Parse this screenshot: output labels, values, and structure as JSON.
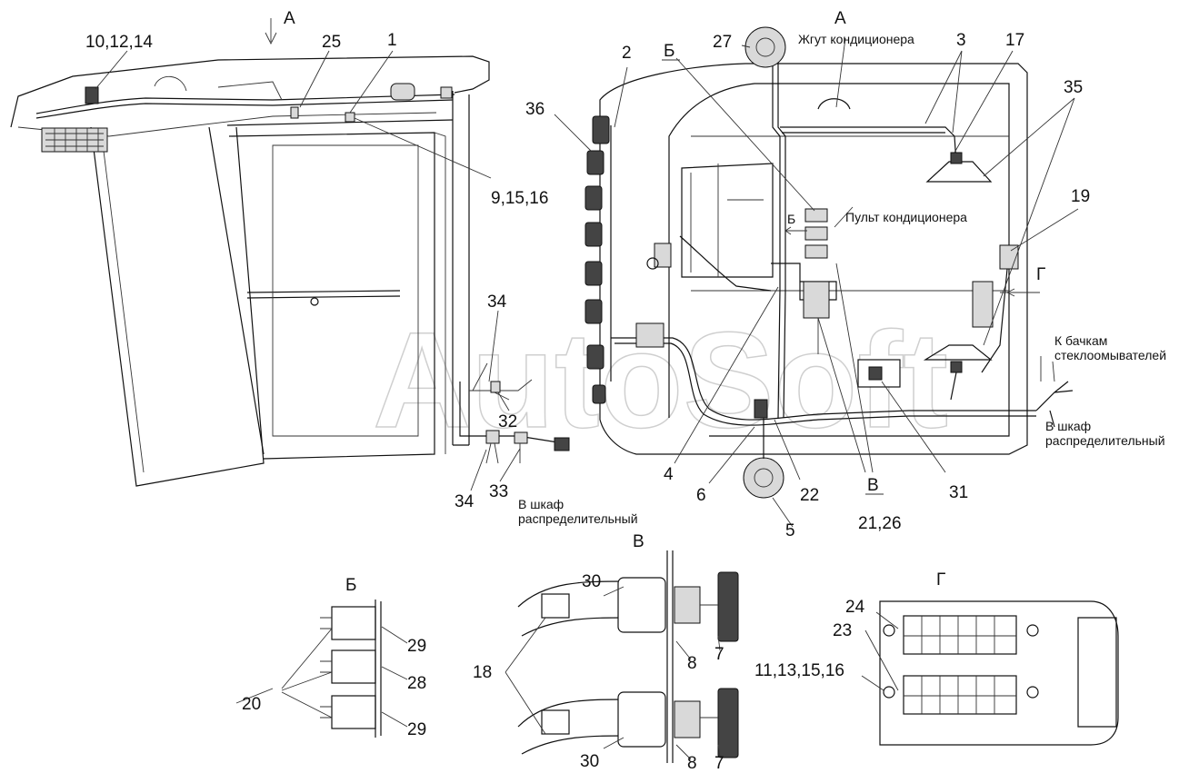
{
  "callouts": {
    "c_10_12_14": "10,12,14",
    "c_25": "25",
    "c_1": "1",
    "c_9_15_16": "9,15,16",
    "c_34_top": "34",
    "c_32": "32",
    "c_34_bottom": "34",
    "c_33": "33",
    "c_2": "2",
    "c_36": "36",
    "c_27": "27",
    "c_3": "3",
    "c_17": "17",
    "c_35": "35",
    "c_19": "19",
    "c_4": "4",
    "c_6": "6",
    "c_5": "5",
    "c_22": "22",
    "c_21_26": "21,26",
    "c_31": "31",
    "c_29_top": "29",
    "c_28": "28",
    "c_29_bottom": "29",
    "c_20": "20",
    "c_30_top": "30",
    "c_30_bottom": "30",
    "c_8_top": "8",
    "c_8_bottom": "8",
    "c_7_top": "7",
    "c_7_bottom": "7",
    "c_18": "18",
    "c_24": "24",
    "c_23": "23",
    "c_11_13_15_16": "11,13,15,16"
  },
  "views": {
    "view_a_arrow": "А",
    "view_a_title": "А",
    "view_b_marker": "Б",
    "view_b_marker_2": "Б",
    "view_v_marker": "В",
    "view_g_marker": "Г",
    "view_b_title": "Б",
    "view_v_title": "В",
    "view_g_title": "Г"
  },
  "notes": {
    "ac_harness": "Жгут кондиционера",
    "ac_panel": "Пульт кондиционера",
    "to_washer_tanks_1": "К бачкам",
    "to_washer_tanks_2": "стеклоомывателей",
    "to_cabinet_left_1": "В шкаф",
    "to_cabinet_left_2": "распределительный",
    "to_cabinet_right_1": "В шкаф",
    "to_cabinet_right_2": "распределительный"
  },
  "watermark": "AutoSoft"
}
